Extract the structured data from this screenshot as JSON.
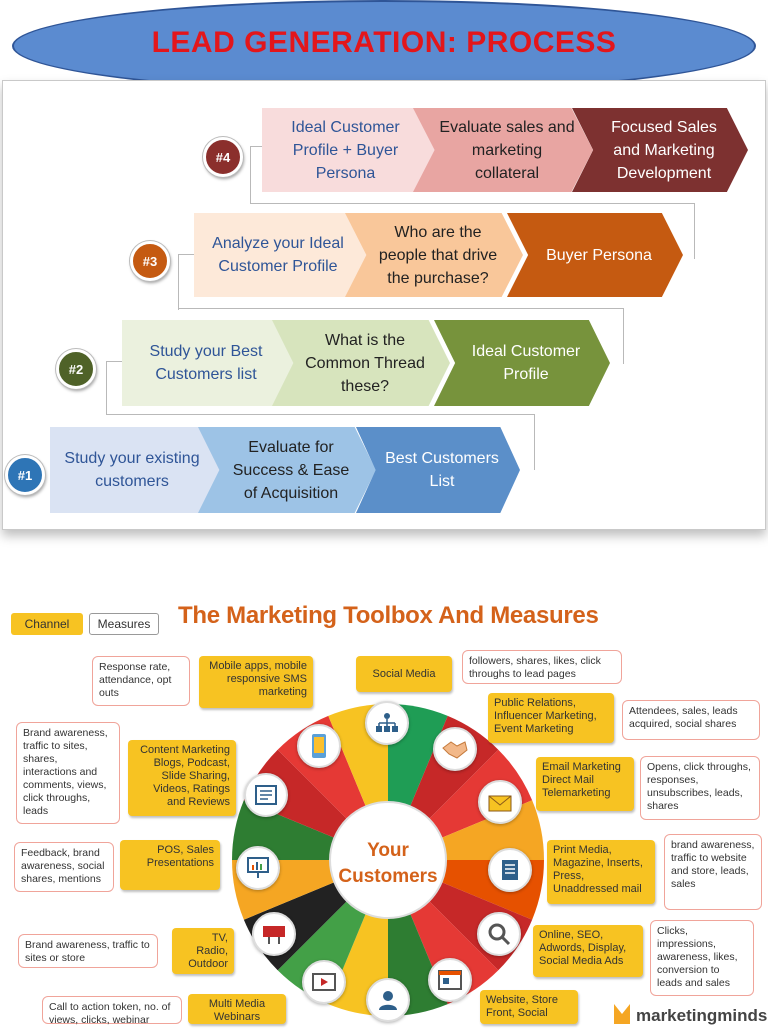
{
  "title": "LEAD GENERATION: PROCESS",
  "process": {
    "steps": [
      {
        "badge": "#4",
        "labels": [
          "Ideal Customer Profile + Buyer Persona",
          "Evaluate sales and marketing collateral",
          "Focused Sales and Marketing Development"
        ]
      },
      {
        "badge": "#3",
        "labels": [
          "Analyze your Ideal Customer Profile",
          "Who are the people that drive the purchase?",
          "Buyer Persona"
        ]
      },
      {
        "badge": "#2",
        "labels": [
          "Study your Best Customers list",
          "What is the Common Thread these?",
          "Ideal Customer Profile"
        ]
      },
      {
        "badge": "#1",
        "labels": [
          "Study your existing customers",
          "Evaluate for Success & Ease of Acquisition",
          "Best Customers List"
        ]
      }
    ],
    "colors": {
      "step4": [
        "#f8dcdc",
        "#e8a5a2",
        "#7d3130"
      ],
      "step3": [
        "#fde9d9",
        "#f9c79a",
        "#c55a11"
      ],
      "step2": [
        "#ebf1de",
        "#d7e4bd",
        "#77933c"
      ],
      "step1": [
        "#dae3f3",
        "#9dc3e6",
        "#5b8fc9"
      ],
      "badge4": "#8b2f2c",
      "badge3": "#c55a11",
      "badge2": "#4f6228",
      "badge1": "#2e75b6"
    }
  },
  "toolbox": {
    "title": "The Marketing Toolbox And Measures",
    "legend_channel": "Channel",
    "legend_measures": "Measures",
    "center": "Your Customers",
    "channels": {
      "mobile": "Mobile apps, mobile responsive SMS marketing",
      "social": "Social Media",
      "pr": "Public Relations, Influencer Marketing, Event Marketing",
      "email": "Email Marketing Direct Mail Telemarketing",
      "print": "Print Media, Magazine, Inserts, Press, Unaddressed mail",
      "online": "Online, SEO, Adwords, Display, Social Media Ads",
      "website": "Website, Store Front, Social",
      "multimedia": "Multi Media Webinars",
      "tv": "TV, Radio, Outdoor",
      "pos": "POS, Sales Presentations",
      "content": "Content Marketing Blogs, Podcast, Slide Sharing, Videos, Ratings and Reviews"
    },
    "measures": {
      "mobile": "Response rate, attendance, opt outs",
      "social": "followers, shares, likes, click throughs to lead pages",
      "pr": "Attendees, sales, leads acquired, social shares",
      "email": "Opens, click throughs, responses, unsubscribes, leads, shares",
      "print": "brand awareness, traffic to website and store, leads, sales",
      "online": "Clicks, impressions, awareness, likes, conversion to leads and sales",
      "multimedia": "Call to action token, no. of views, clicks, webinar",
      "tv": "Brand awareness, traffic to sites or store",
      "pos": "Feedback, brand awareness, social shares, mentions",
      "content": "Brand awareness, traffic to sites, shares, interactions and comments, views, click throughs, leads"
    },
    "brand": "marketingminds",
    "colors": {
      "channel": "#f7c322",
      "accent": "#d4621a",
      "wheel": [
        "#1f9d55",
        "#c62828",
        "#e53935",
        "#f5a623",
        "#e65100",
        "#c62828",
        "#e53935",
        "#2e7d32",
        "#f7c322",
        "#43a047",
        "#222222",
        "#f5a623",
        "#2e7d32",
        "#c62828",
        "#e53935",
        "#f7c322"
      ]
    }
  }
}
